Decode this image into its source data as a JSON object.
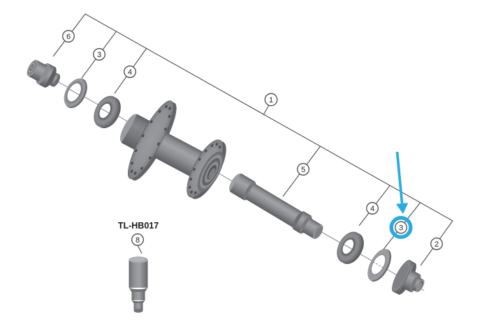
{
  "tool_label": "TL-HB017",
  "balloons": [
    {
      "number": "6"
    },
    {
      "number": "3"
    },
    {
      "number": "4"
    },
    {
      "number": "1"
    },
    {
      "number": "5"
    },
    {
      "number": "4"
    },
    {
      "number": "3",
      "highlighted": true
    },
    {
      "number": "2"
    },
    {
      "number": "8"
    }
  ],
  "highlight": {
    "balloon_number": "3",
    "marker": "circle-with-arrow"
  },
  "colors": {
    "accent": "#29ABE2",
    "line": "#4D4E50",
    "text": "#1A1A1C",
    "background": "#FFFFFF"
  }
}
